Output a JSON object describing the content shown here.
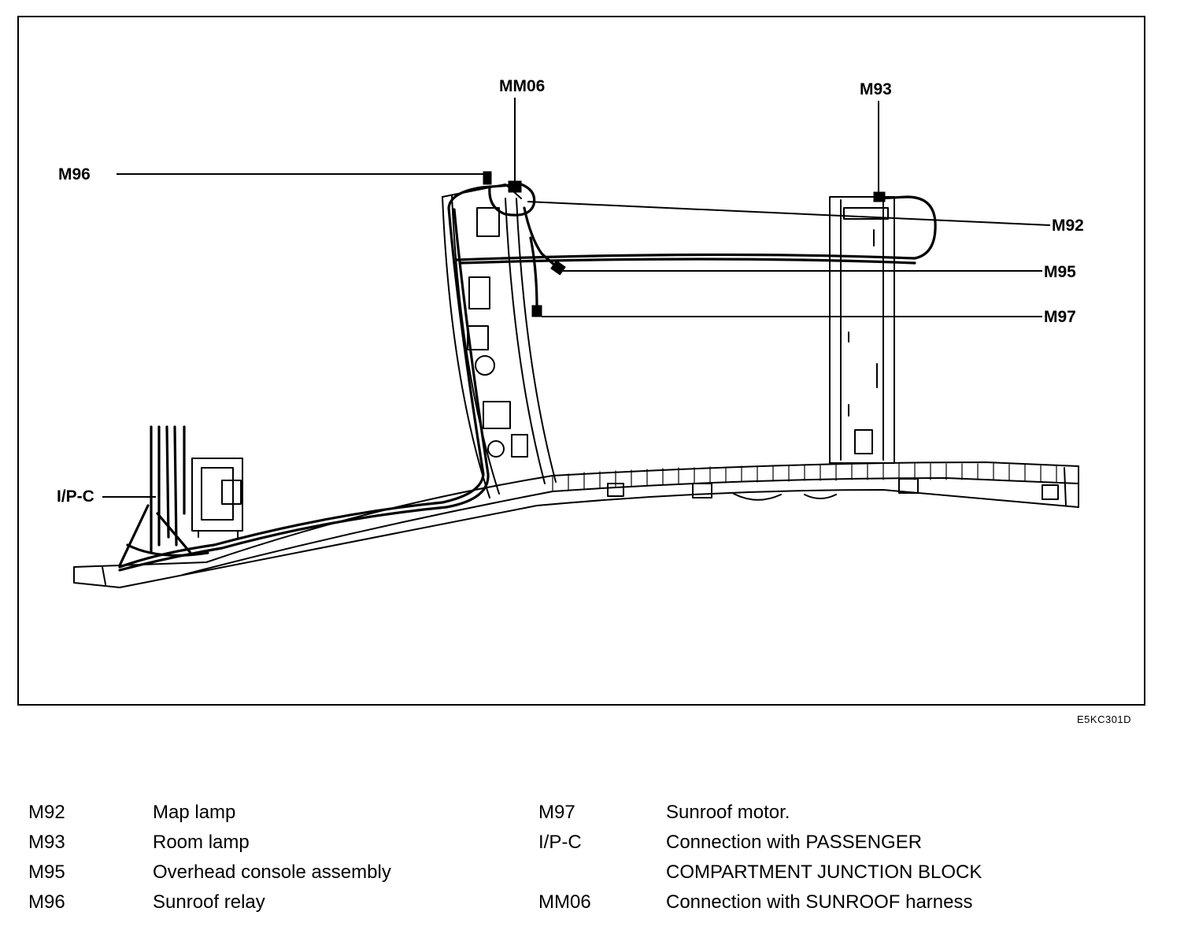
{
  "figure_code": "E5KC301D",
  "callouts": {
    "mm06": "MM06",
    "m93": "M93",
    "m96": "M96",
    "m92": "M92",
    "m95": "M95",
    "m97": "M97",
    "ipc": "I/P-C"
  },
  "legend": {
    "left": [
      {
        "code": "M92",
        "desc": "Map lamp"
      },
      {
        "code": "M93",
        "desc": "Room lamp"
      },
      {
        "code": "M95",
        "desc": "Overhead console assembly"
      },
      {
        "code": "M96",
        "desc": "Sunroof relay"
      }
    ],
    "right": [
      {
        "code": "M97",
        "desc": "Sunroof motor."
      },
      {
        "code": "I/P-C",
        "desc": "Connection with PASSENGER"
      },
      {
        "code": "",
        "desc": "COMPARTMENT JUNCTION BLOCK"
      },
      {
        "code": "MM06",
        "desc": "Connection with SUNROOF harness"
      }
    ]
  }
}
